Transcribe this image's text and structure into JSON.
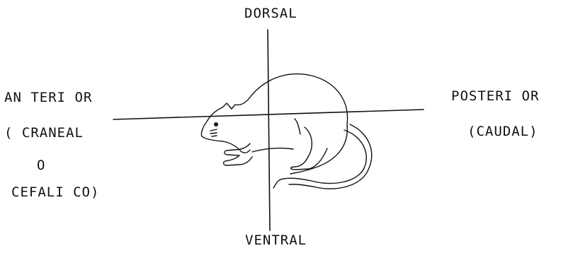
{
  "labels": {
    "dorsal": "DORSAL",
    "ventral": "VENTRAL",
    "anterior": [
      "AN TERI OR",
      "( CRANEAL",
      "O",
      "CEFALI CO)"
    ],
    "posterior": [
      "POSTERI OR",
      "(CAUDAL)"
    ]
  },
  "icons": {
    "figure": "rat-drawing"
  },
  "colors": {
    "ink": "#111111",
    "background": "#ffffff"
  }
}
